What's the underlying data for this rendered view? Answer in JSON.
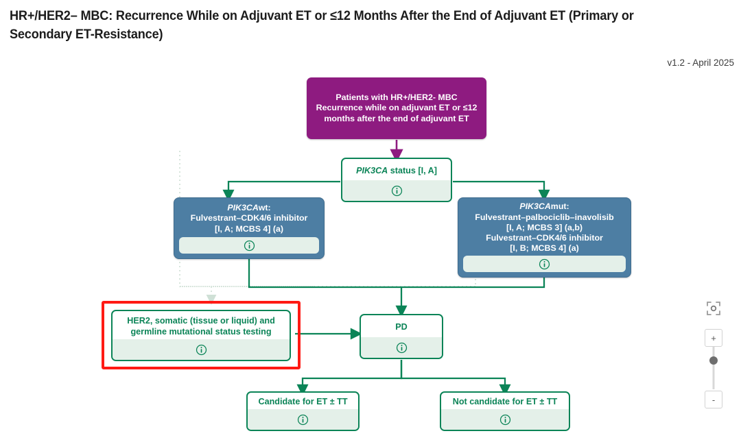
{
  "header": {
    "title": "HR+/HER2– MBC: Recurrence While on Adjuvant ET or ≤12 Months After the End of Adjuvant ET (Primary or Secondary ET-Resistance)",
    "version": "v1.2 - April 2025"
  },
  "colors": {
    "purple": "#8e1b80",
    "blue": "#4d7ea3",
    "green": "#0b8457",
    "green_fill": "#e4f0e9",
    "selection_red": "#ff1a14"
  },
  "nodes": {
    "start": {
      "id": "patients-node",
      "type": "purple",
      "text": "Patients with HR+/HER2- MBC Recurrence while on adjuvant ET or ≤12 months after the end of adjuvant ET"
    },
    "pik3ca_status": {
      "id": "pik3ca-status-node",
      "type": "green",
      "gene": "PIK3CA",
      "text": " status [I, A]",
      "info_icon": "info-circle-icon"
    },
    "pik3ca_wt": {
      "id": "pik3ca-wt-node",
      "type": "blue",
      "gene": "PIK3CA",
      "line1_rest": "wt:",
      "line2": "Fulvestrant–CDK4/6 inhibitor",
      "line3": "[I, A; MCBS 4] (a)",
      "info_icon": "info-circle-icon"
    },
    "pik3ca_mut": {
      "id": "pik3ca-mut-node",
      "type": "blue",
      "gene": "PIK3CA",
      "line1_rest": "mut:",
      "line2": "Fulvestrant–palbociclib–inavolisib",
      "line3": "[I, A; MCBS 3] (a,b)",
      "line4": "Fulvestrant–CDK4/6 inhibitor",
      "line5": "[I, B; MCBS 4] (a)",
      "info_icon": "info-circle-icon"
    },
    "her2_testing": {
      "id": "her2-testing-node",
      "type": "green",
      "text": "HER2, somatic (tissue or liquid) and germline mutational status testing",
      "info_icon": "info-circle-icon",
      "selected": true
    },
    "pd": {
      "id": "pd-node",
      "type": "green",
      "text": "PD",
      "info_icon": "info-circle-icon"
    },
    "candidate": {
      "id": "candidate-node",
      "type": "green",
      "text": "Candidate for ET ± TT",
      "info_icon": "info-circle-icon"
    },
    "not_candidate": {
      "id": "not-candidate-node",
      "type": "green",
      "text": "Not candidate for ET ± TT",
      "info_icon": "info-circle-icon"
    }
  },
  "zoom_controls": {
    "fit_icon": "fit-to-screen-icon",
    "zoom_in_label": "+",
    "zoom_out_label": "-"
  }
}
